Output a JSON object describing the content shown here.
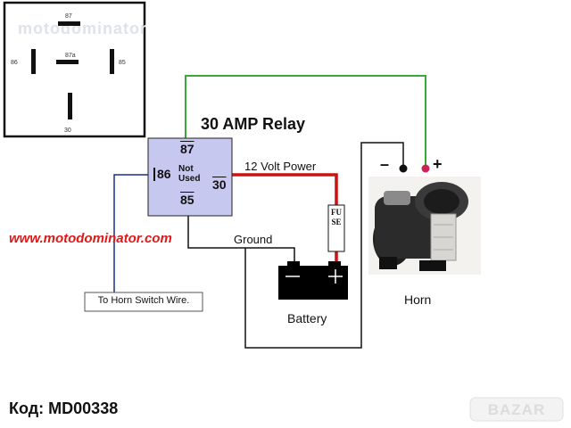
{
  "pinout_box": {
    "watermark": "motodominator",
    "pins": {
      "p87": "87",
      "p87a": "87a",
      "p86": "86",
      "p85": "85",
      "p30": "30"
    }
  },
  "relay": {
    "title": "30 AMP Relay",
    "pin_87": "87",
    "pin_86": "86",
    "pin_30": "30",
    "pin_85": "85",
    "not_used": [
      "Not",
      "Used"
    ]
  },
  "labels": {
    "power": "12 Volt Power",
    "ground": "Ground",
    "fuse": "FUSE",
    "battery": "Battery",
    "horn": "Horn",
    "horn_minus": "–",
    "horn_plus": "+",
    "switch_wire": "To Horn Switch Wire.",
    "website": "www.motodominator.com",
    "code": "Код: MD00338",
    "bazar": "BAZAR"
  },
  "colors": {
    "relay_fill": "#c7c8f0",
    "power_wire": "#cc1111",
    "switch_wire": "#1a2e8c",
    "green_wire": "#3aa83a",
    "website": "#e01818"
  }
}
